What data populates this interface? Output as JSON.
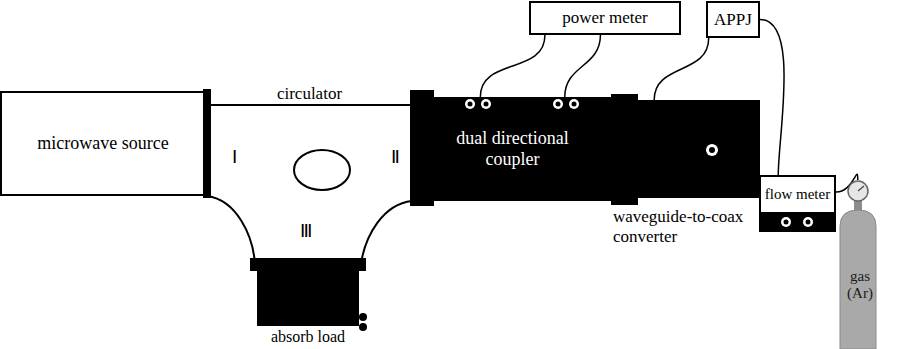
{
  "diagram": {
    "nodes": [
      {
        "text": [
          "microwave source"
        ]
      },
      {
        "text": [
          "circulator"
        ]
      },
      {
        "text": [
          "absorb load"
        ]
      },
      {
        "text": [
          "dual directional coupler"
        ]
      },
      {
        "text": [
          "waveguide-to-coax converter"
        ]
      },
      {
        "text": [
          "power meter"
        ]
      },
      {
        "text": [
          "APPJ"
        ]
      },
      {
        "text": [
          "flow meter"
        ]
      },
      {
        "text": [
          "gas (Ar)"
        ]
      }
    ],
    "edges": [
      {
        "from": 5,
        "to": 3,
        "arrow": "none"
      },
      {
        "from": 5,
        "to": 3,
        "arrow": "none"
      },
      {
        "from": 6,
        "to": 4,
        "arrow": "none"
      },
      {
        "from": 6,
        "to": 7,
        "arrow": "none"
      },
      {
        "from": 7,
        "to": 8,
        "arrow": "none"
      }
    ],
    "labels": [
      "Ⅰ",
      "Ⅱ",
      "Ⅲ"
    ]
  }
}
